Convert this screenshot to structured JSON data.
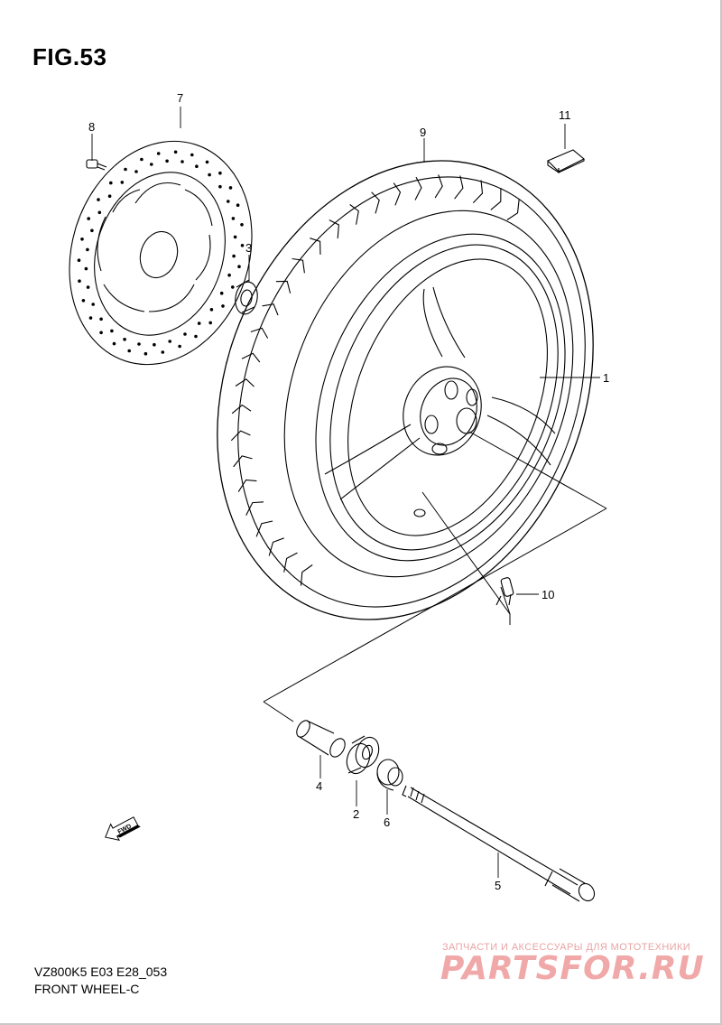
{
  "figure": {
    "title": "FIG.53"
  },
  "callouts": [
    {
      "id": "1",
      "label": "1"
    },
    {
      "id": "2",
      "label": "2"
    },
    {
      "id": "3",
      "label": "3"
    },
    {
      "id": "4",
      "label": "4"
    },
    {
      "id": "5",
      "label": "5"
    },
    {
      "id": "6",
      "label": "6"
    },
    {
      "id": "7",
      "label": "7"
    },
    {
      "id": "8",
      "label": "8"
    },
    {
      "id": "9",
      "label": "9"
    },
    {
      "id": "10",
      "label": "10"
    },
    {
      "id": "11",
      "label": "11"
    }
  ],
  "fwd_marker": {
    "label": "FWD"
  },
  "footer": {
    "model": "VZ800K5 E03 E28_053",
    "section": "FRONT WHEEL-C"
  },
  "watermark": {
    "tagline": "ЗАПЧАСТИ И АКСЕССУАРЫ ДЛЯ МОТОТЕХНИКИ",
    "logo": "PARTSFOR.RU"
  }
}
